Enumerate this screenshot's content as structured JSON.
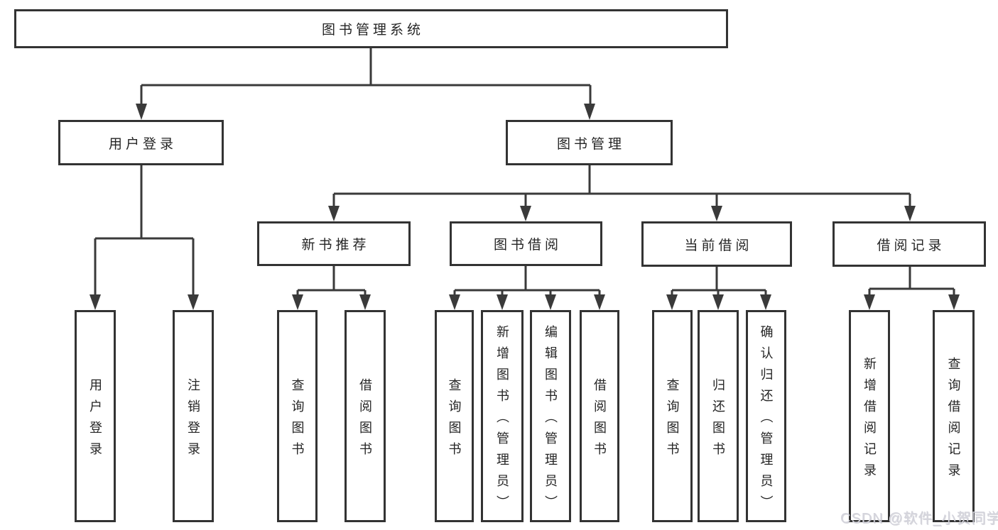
{
  "diagram": {
    "root": "图书管理系统",
    "branches": [
      {
        "label": "用户登录",
        "leaves": [
          "用户登录",
          "注销登录"
        ]
      },
      {
        "label": "图书管理",
        "sections": [
          {
            "label": "新书推荐",
            "leaves": [
              "查询图书",
              "借阅图书"
            ]
          },
          {
            "label": "图书借阅",
            "leaves": [
              "查询图书",
              "新增图书（管理员）",
              "编辑图书（管理员）",
              "借阅图书"
            ]
          },
          {
            "label": "当前借阅",
            "leaves": [
              "查询图书",
              "归还图书",
              "确认归还（管理员）"
            ]
          },
          {
            "label": "借阅记录",
            "leaves": [
              "新增借阅记录",
              "查询借阅记录"
            ]
          }
        ]
      }
    ]
  },
  "watermark": "CSDN @软件_小贺同学",
  "colors": {
    "line": "#3a3a3a",
    "box_border": "#333333",
    "text": "#252525",
    "watermark": "#d4d4dc",
    "background": "#ffffff"
  }
}
